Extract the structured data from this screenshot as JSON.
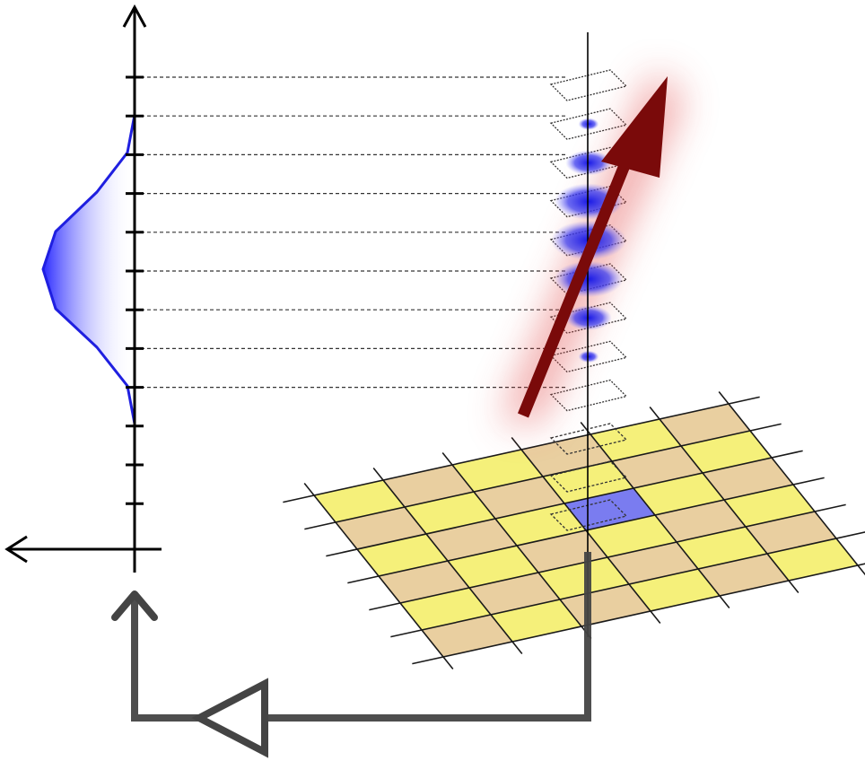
{
  "diagram": {
    "colors": {
      "axis": "#000000",
      "profile_stroke": "#1f1fe0",
      "profile_fill": "#3333ff",
      "guide_line": "#333333",
      "grid_cell_a": "#f5f07a",
      "grid_cell_b": "#e9cfa0",
      "grid_line": "#1a1a1a",
      "grid_highlight": "#7a7cf0",
      "beam_arrow": "#7a0a0a",
      "beam_glow": "#e24a4a",
      "blob": "#2424e6",
      "feedback": "#444444",
      "slice_outline": "#333333"
    },
    "profile_values": [
      0.0,
      0.15,
      0.55,
      0.9,
      1.0,
      0.9,
      0.55,
      0.15,
      0.0
    ],
    "grid": {
      "rows": 6,
      "cols": 6
    },
    "guide_levels": 9
  }
}
